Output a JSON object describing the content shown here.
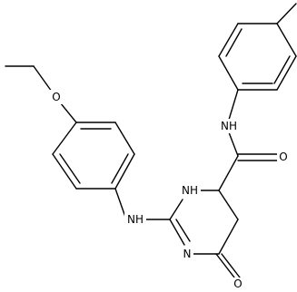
{
  "molecule": {
    "atoms": [
      {
        "id": "o_ether",
        "label": "O"
      },
      {
        "id": "nh_aniline",
        "label": "NH"
      },
      {
        "id": "nh_ring",
        "label": "NH"
      },
      {
        "id": "n_ring",
        "label": "N"
      },
      {
        "id": "o_ring_carbonyl",
        "label": "O"
      },
      {
        "id": "nh_amide",
        "label": "NH"
      },
      {
        "id": "o_amide",
        "label": "O"
      }
    ]
  }
}
